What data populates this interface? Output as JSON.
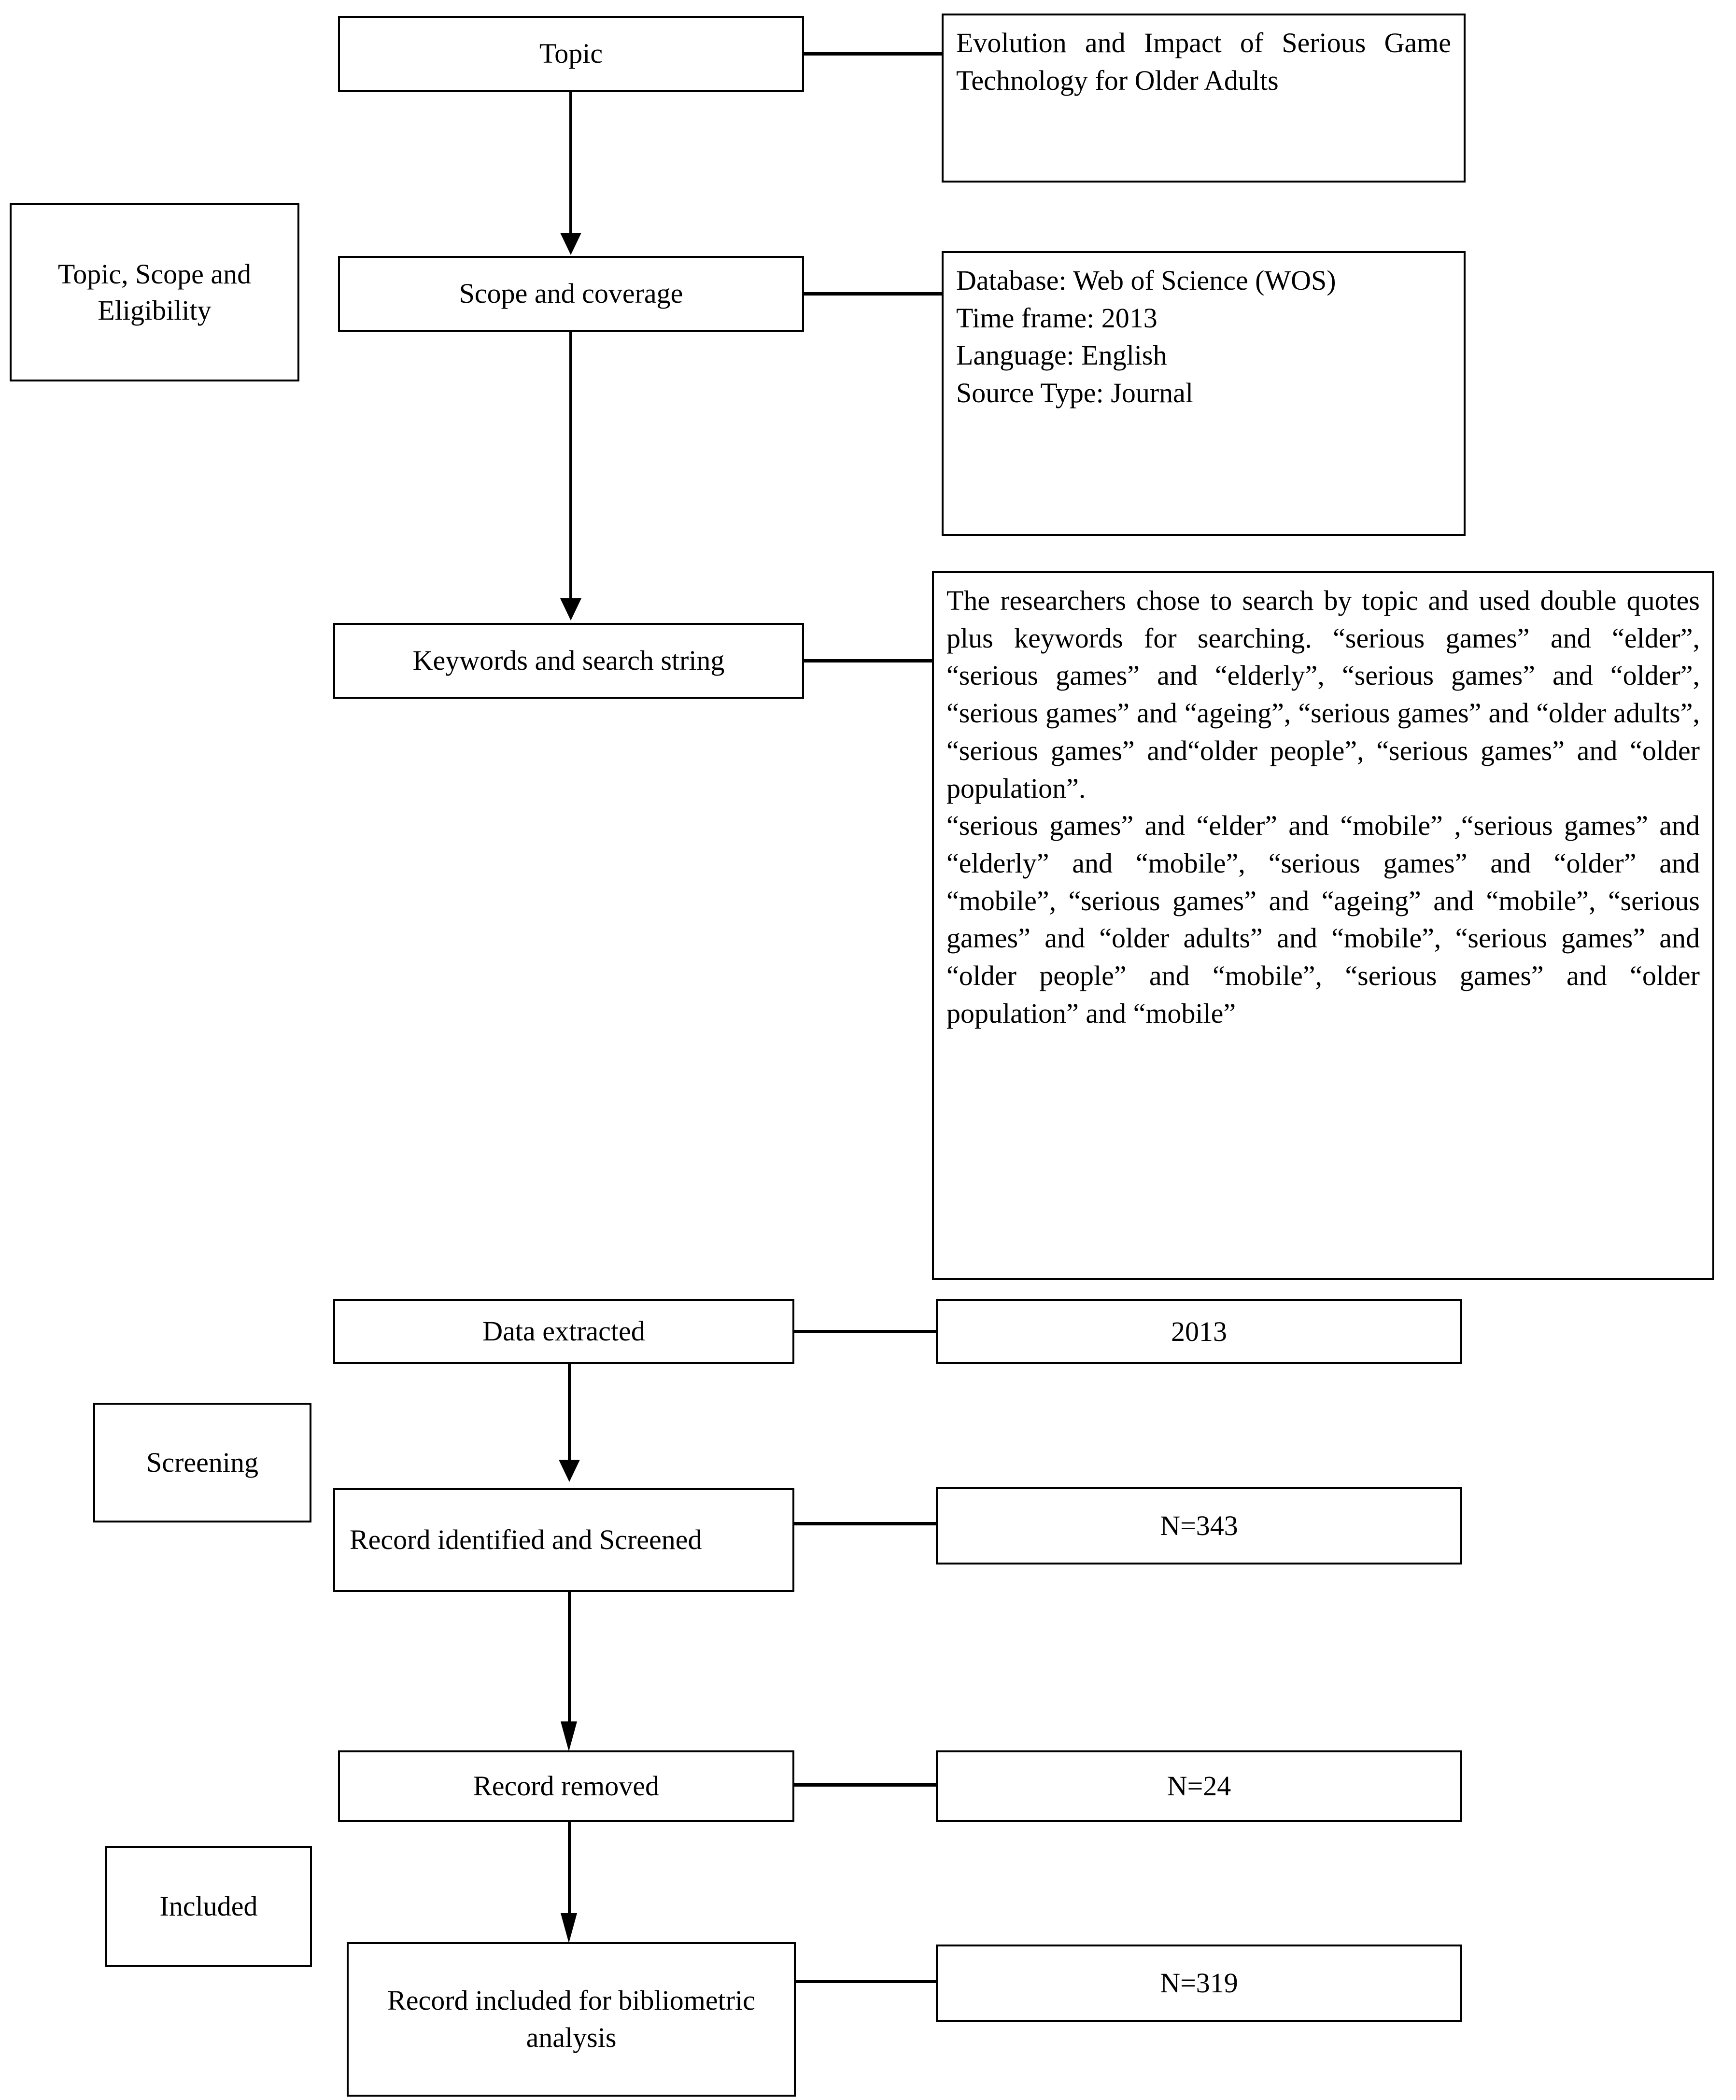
{
  "diagram": {
    "title": "Review methodology flow diagram",
    "accent_color": "#000000",
    "background_color": "#ffffff"
  },
  "stages": [
    {
      "id": "stage-topic-scope",
      "label": "Topic, Scope and Eligibility"
    },
    {
      "id": "stage-screening",
      "label": "Screening"
    },
    {
      "id": "stage-included",
      "label": "Included"
    }
  ],
  "steps": [
    {
      "id": "step-topic",
      "label": "Topic"
    },
    {
      "id": "step-scope",
      "label": "Scope and coverage"
    },
    {
      "id": "step-keywords",
      "label": "Keywords and search string"
    },
    {
      "id": "step-data-extracted",
      "label": "Data extracted"
    },
    {
      "id": "step-record-identified",
      "label": "Record identified and Screened"
    },
    {
      "id": "step-record-removed",
      "label": "Record removed"
    },
    {
      "id": "step-record-included",
      "label": "Record included for bibliometric analysis"
    }
  ],
  "details": {
    "topic": {
      "text": "Evolution and Impact of Serious Game Technology for Older Adults"
    },
    "scope": {
      "lines": [
        "Database: Web of Science (WOS)",
        "Time frame: 2013",
        "Language: English",
        "Source Type: Journal"
      ],
      "database": "Web of Science (WOS)",
      "time_frame": "2013",
      "language": "English",
      "source_type": "Journal"
    },
    "keywords": {
      "intro": "The researchers chose to search by topic and used double quotes plus keywords for searching.",
      "paragraph_1": "“serious games” and “elder”, “serious games” and “elderly”, “serious games” and “older”, “serious games” and “ageing”, “serious games” and “older adults”, “serious games” and“older people”, “serious games” and “older population”.",
      "paragraph_2": "“serious games” and “elder” and “mobile” ,“serious games” and “elderly” and “mobile”, “serious games” and “older” and “mobile”, “serious games” and “ageing” and “mobile”, “serious games” and “older adults” and “mobile”, “serious games” and “older people” and “mobile”, “serious games” and “older population” and “mobile”"
    },
    "data_extracted": {
      "value": "2013"
    },
    "record_identified": {
      "value": "N=343"
    },
    "record_removed": {
      "value": "N=24"
    },
    "record_included": {
      "value": "N=319"
    }
  }
}
